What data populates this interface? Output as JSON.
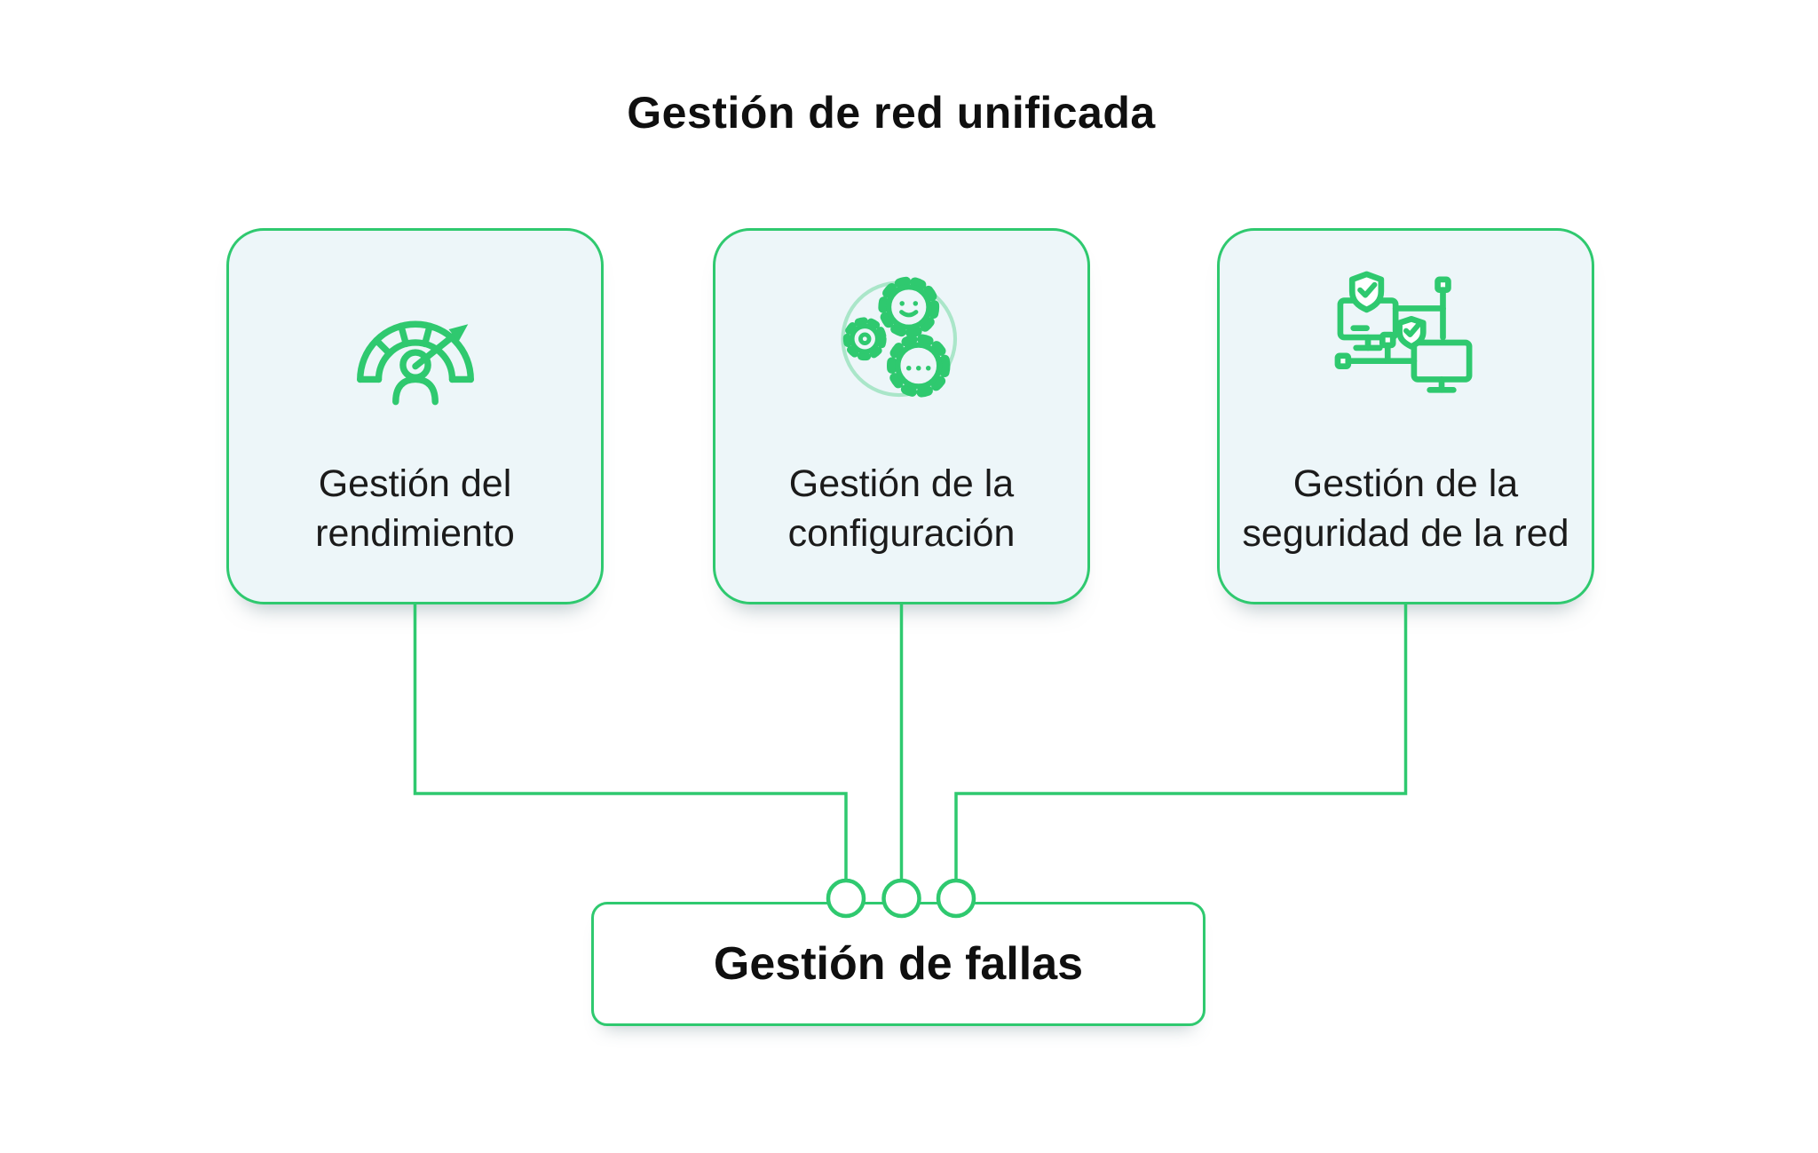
{
  "diagram": {
    "title": "Gestión de red unificada",
    "cards": [
      {
        "label": "Gestión del rendimiento",
        "icon": "speedometer-user-icon"
      },
      {
        "label": "Gestión de la configuración",
        "icon": "gears-icon"
      },
      {
        "label": "Gestión de la seguridad de la red",
        "icon": "network-security-icon"
      }
    ],
    "bottom": {
      "label": "Gestión de fallas"
    },
    "colors": {
      "accent": "#2FC96F",
      "card_fill": "#EDF6F9",
      "text": "#1B1B1B",
      "background": "#FFFFFF"
    }
  }
}
